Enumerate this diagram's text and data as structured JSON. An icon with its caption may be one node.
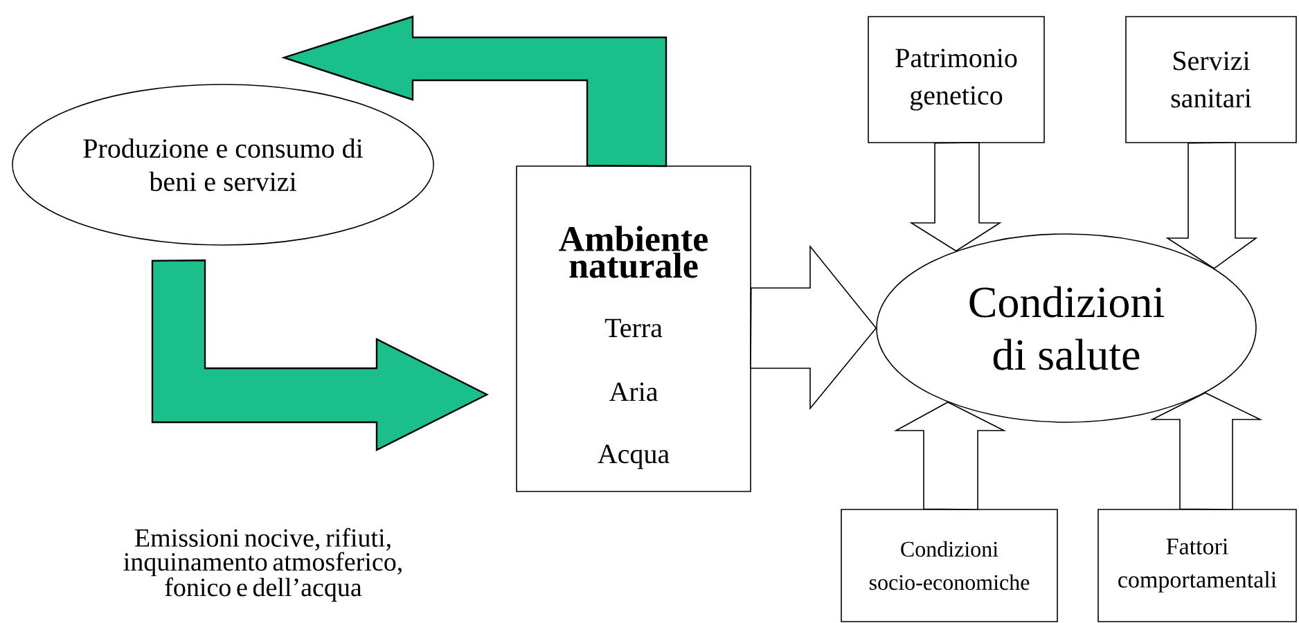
{
  "diagram": {
    "nodes": [
      {
        "text": [
          "Produzione e consumo di beni e servizi"
        ]
      },
      {
        "text": [
          "Ambiente naturale",
          "Terra",
          "Aria",
          "Acqua"
        ]
      },
      {
        "text": [
          "Condizioni di salute"
        ]
      },
      {
        "text": [
          "Patrimonio genetico"
        ]
      },
      {
        "text": [
          "Servizi sanitari"
        ]
      },
      {
        "text": [
          "Condizioni socio-economiche"
        ]
      },
      {
        "text": [
          "Fattori comportamentali"
        ]
      }
    ],
    "edges": [
      {
        "from": 1,
        "to": 0,
        "arrow": "to",
        "style": "thick",
        "color": "#1abf8c"
      },
      {
        "from": 0,
        "to": 1,
        "arrow": "to",
        "style": "thick",
        "color": "#1abf8c"
      },
      {
        "from": 1,
        "to": 2,
        "arrow": "to"
      },
      {
        "from": 3,
        "to": 2,
        "arrow": "to"
      },
      {
        "from": 4,
        "to": 2,
        "arrow": "to"
      },
      {
        "from": 5,
        "to": 2,
        "arrow": "to"
      },
      {
        "from": 6,
        "to": 2,
        "arrow": "to"
      }
    ],
    "labels": [
      "Emissioni nocive, rifiuti, inquinamento atmosferico, fonico e dell’acqua"
    ]
  }
}
